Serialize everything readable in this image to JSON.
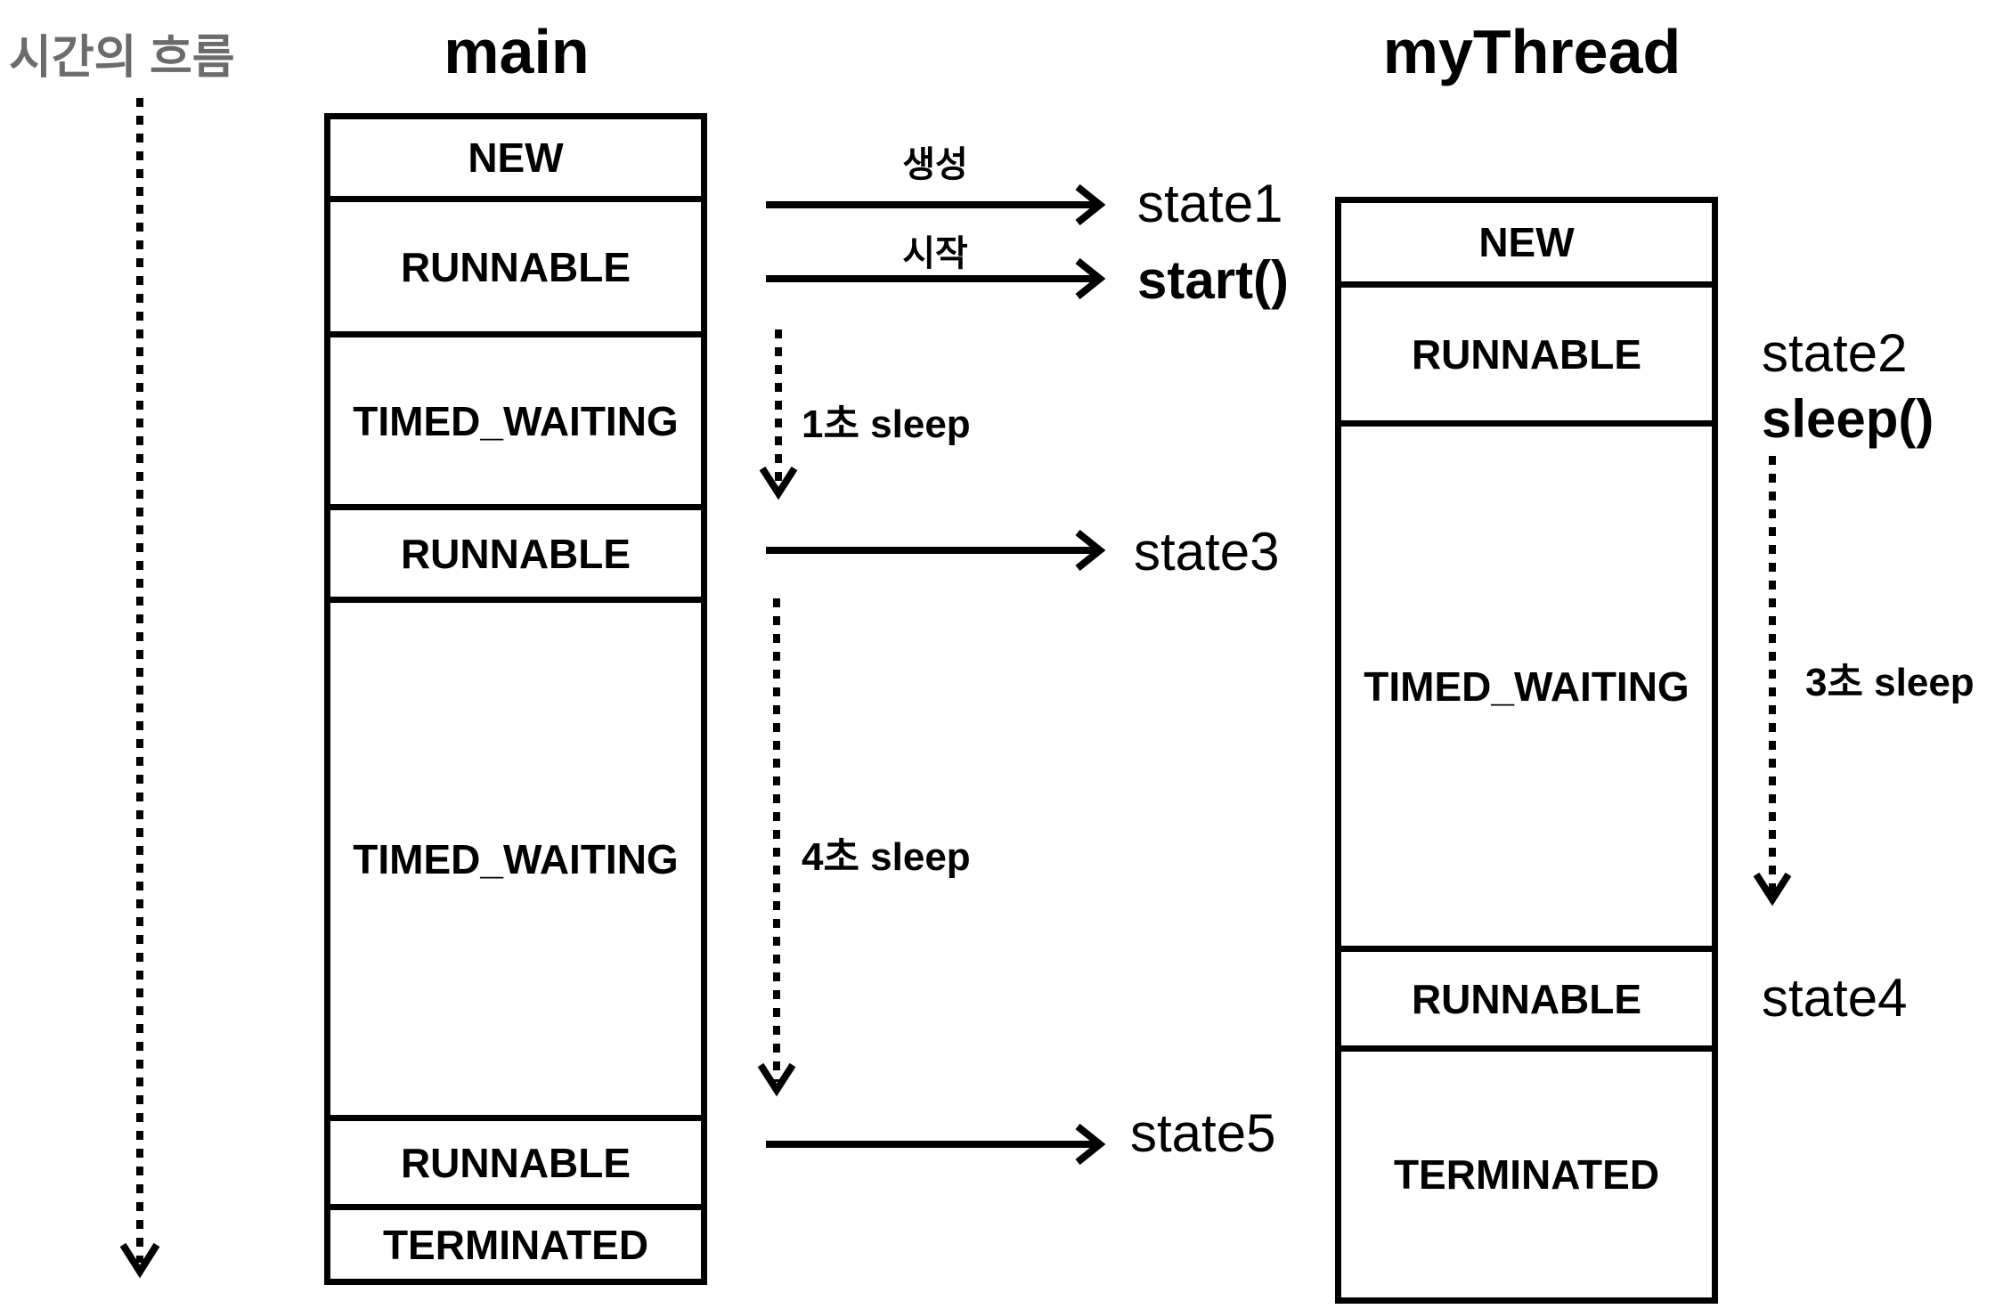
{
  "time_axis": {
    "label": "시간의 흐름"
  },
  "main": {
    "title": "main",
    "states": [
      "NEW",
      "RUNNABLE",
      "TIMED_WAITING",
      "RUNNABLE",
      "TIMED_WAITING",
      "RUNNABLE",
      "TERMINATED"
    ]
  },
  "mythread": {
    "title": "myThread",
    "states": [
      "NEW",
      "RUNNABLE",
      "TIMED_WAITING",
      "RUNNABLE",
      "TERMINATED"
    ]
  },
  "arrows": {
    "create_label": "생성",
    "start_label": "시작"
  },
  "labels": {
    "state1": "state1",
    "start_call": "start()",
    "state2": "state2",
    "sleep_call": "sleep()",
    "state3": "state3",
    "state4": "state4",
    "state5": "state5"
  },
  "sleeps": {
    "main_first": "1초 sleep",
    "main_second": "4초 sleep",
    "mythread": "3초 sleep"
  }
}
